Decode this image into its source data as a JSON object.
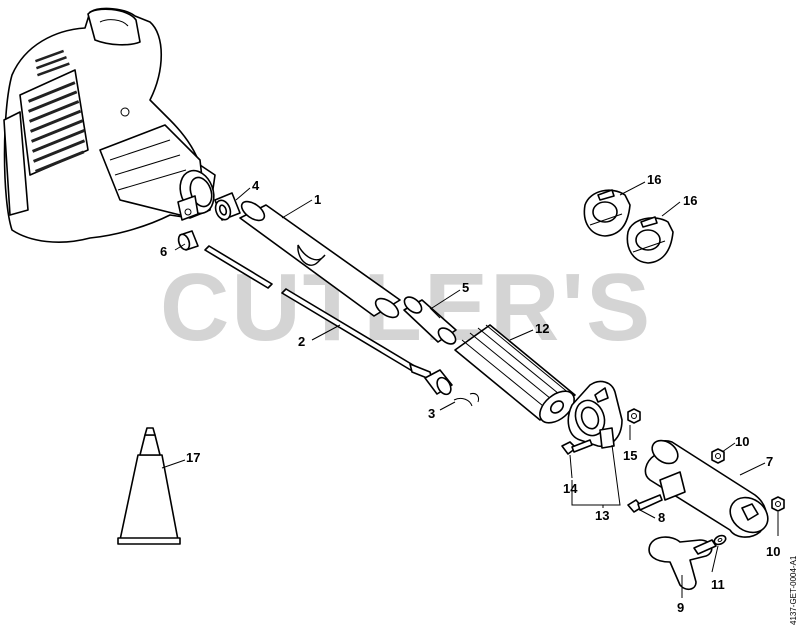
{
  "watermark": "CUTLER'S",
  "drawing_code": "4137-GET-0004-A1",
  "callouts": [
    {
      "id": "c1",
      "label": "1"
    },
    {
      "id": "c2",
      "label": "2"
    },
    {
      "id": "c3",
      "label": "3"
    },
    {
      "id": "c4",
      "label": "4"
    },
    {
      "id": "c5",
      "label": "5"
    },
    {
      "id": "c6",
      "label": "6"
    },
    {
      "id": "c7",
      "label": "7"
    },
    {
      "id": "c8",
      "label": "8"
    },
    {
      "id": "c9",
      "label": "9"
    },
    {
      "id": "c10a",
      "label": "10"
    },
    {
      "id": "c10b",
      "label": "10"
    },
    {
      "id": "c11",
      "label": "11"
    },
    {
      "id": "c12",
      "label": "12"
    },
    {
      "id": "c13",
      "label": "13"
    },
    {
      "id": "c14",
      "label": "14"
    },
    {
      "id": "c15",
      "label": "15"
    },
    {
      "id": "c16a",
      "label": "16"
    },
    {
      "id": "c16b",
      "label": "16"
    },
    {
      "id": "c17",
      "label": "17"
    }
  ]
}
